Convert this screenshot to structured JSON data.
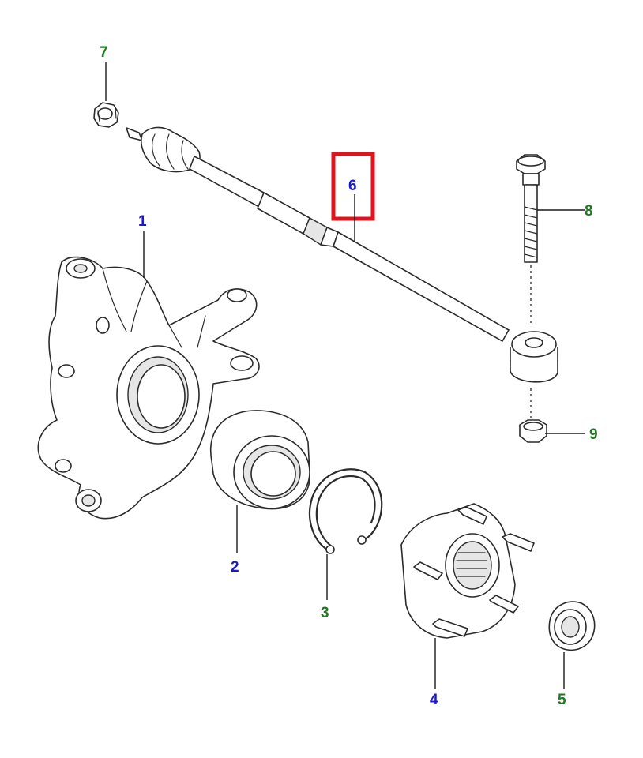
{
  "callouts": [
    {
      "id": "1",
      "label": "1",
      "color": "#1a1acc"
    },
    {
      "id": "2",
      "label": "2",
      "color": "#1a1acc"
    },
    {
      "id": "3",
      "label": "3",
      "color": "#1f7a1f"
    },
    {
      "id": "4",
      "label": "4",
      "color": "#1a1acc"
    },
    {
      "id": "5",
      "label": "5",
      "color": "#1f7a1f"
    },
    {
      "id": "6",
      "label": "6",
      "color": "#1a1acc"
    },
    {
      "id": "7",
      "label": "7",
      "color": "#1f7a1f"
    },
    {
      "id": "8",
      "label": "8",
      "color": "#1f7a1f"
    },
    {
      "id": "9",
      "label": "9",
      "color": "#1f7a1f"
    }
  ],
  "highlight": {
    "callout": "6",
    "color": "#e0141e"
  }
}
